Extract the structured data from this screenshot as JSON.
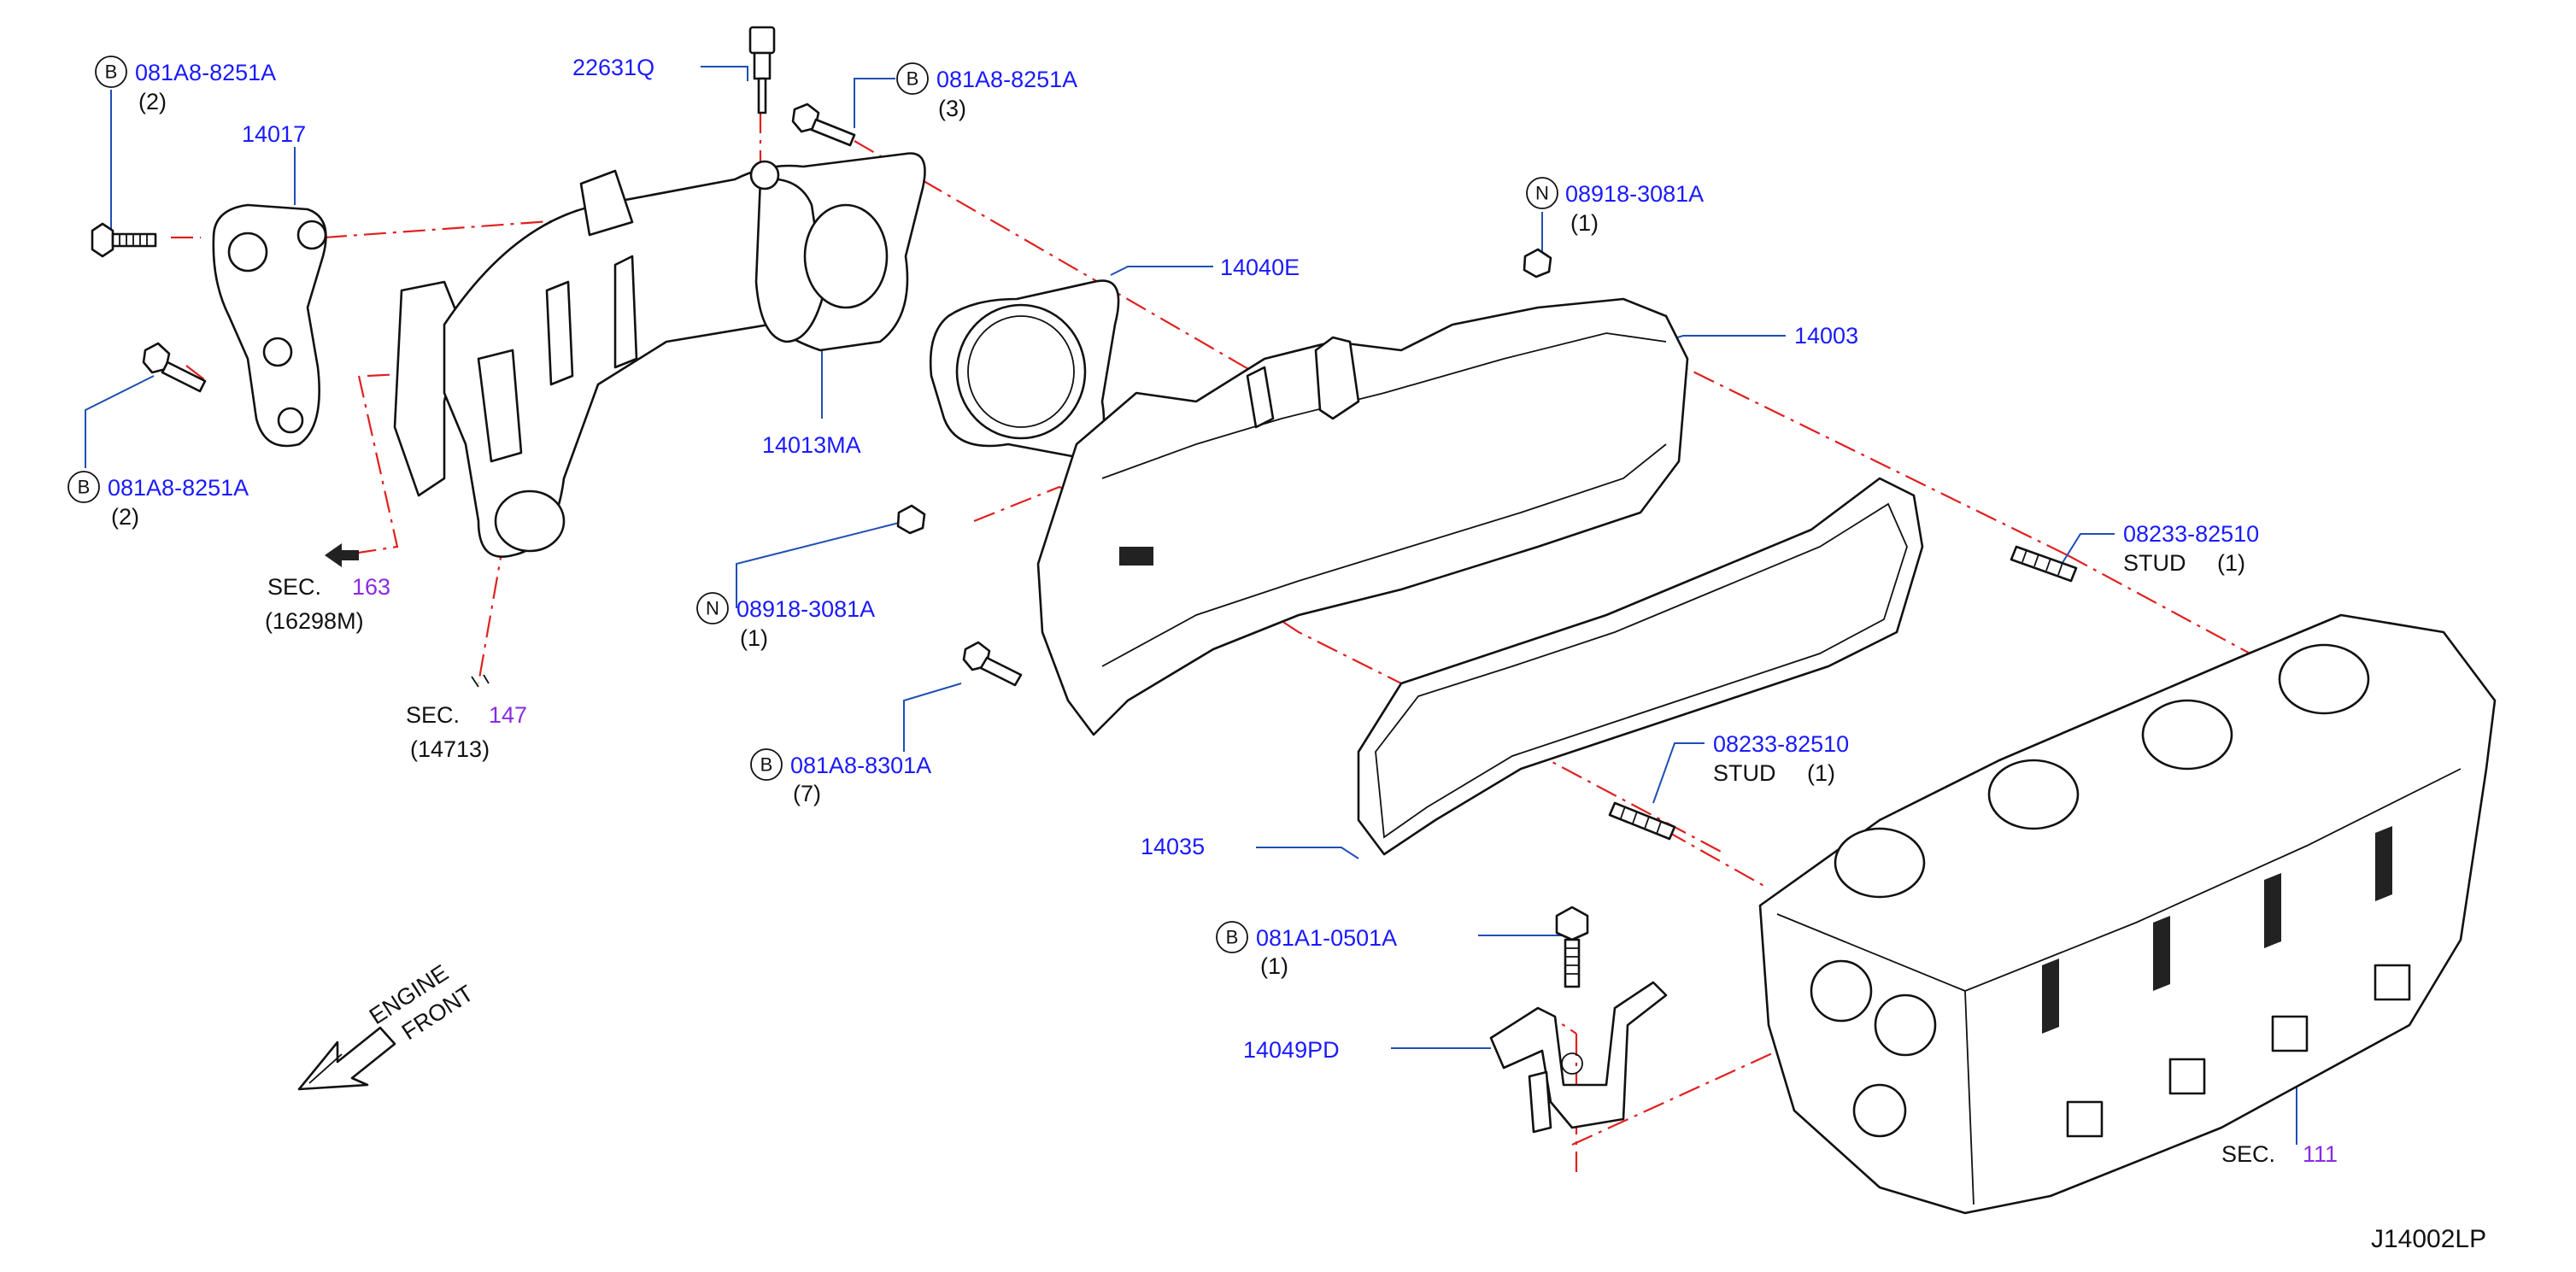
{
  "diagram_id": "J14002LP",
  "engine_front": {
    "line1": "ENGINE",
    "line2": "FRONT"
  },
  "callouts": {
    "bolt_top_left": {
      "marker": "B",
      "part": "081A8-8251A",
      "qty": "(2)"
    },
    "bracket_14017": {
      "part": "14017"
    },
    "sensor_22631q": {
      "part": "22631Q"
    },
    "bolt_top_mid": {
      "marker": "B",
      "part": "081A8-8251A",
      "qty": "(3)"
    },
    "bolt_left_mid": {
      "marker": "B",
      "part": "081A8-8251A",
      "qty": "(2)"
    },
    "manifold_14013ma": {
      "part": "14013MA"
    },
    "gasket_14040e": {
      "part": "14040E"
    },
    "nut_right": {
      "marker": "N",
      "part": "08918-3081A",
      "qty": "(1)"
    },
    "manifold_14003": {
      "part": "14003"
    },
    "stud_right": {
      "part": "08233-82510",
      "desc": "STUD",
      "qty": "(1)"
    },
    "nut_mid": {
      "marker": "N",
      "part": "08918-3081A",
      "qty": "(1)"
    },
    "bolt_mid": {
      "marker": "B",
      "part": "081A8-8301A",
      "qty": "(7)"
    },
    "stud_mid": {
      "part": "08233-82510",
      "desc": "STUD",
      "qty": "(1)"
    },
    "gasket_14035": {
      "part": "14035"
    },
    "bolt_lower": {
      "marker": "B",
      "part": "081A1-0501A",
      "qty": "(1)"
    },
    "bracket_14049pd": {
      "part": "14049PD"
    }
  },
  "sections": {
    "sec163": {
      "label": "SEC.",
      "num": "163",
      "sub": "(16298M)"
    },
    "sec147": {
      "label": "SEC.",
      "num": "147",
      "sub": "(14713)"
    },
    "sec111": {
      "label": "SEC.",
      "num": "111"
    }
  }
}
